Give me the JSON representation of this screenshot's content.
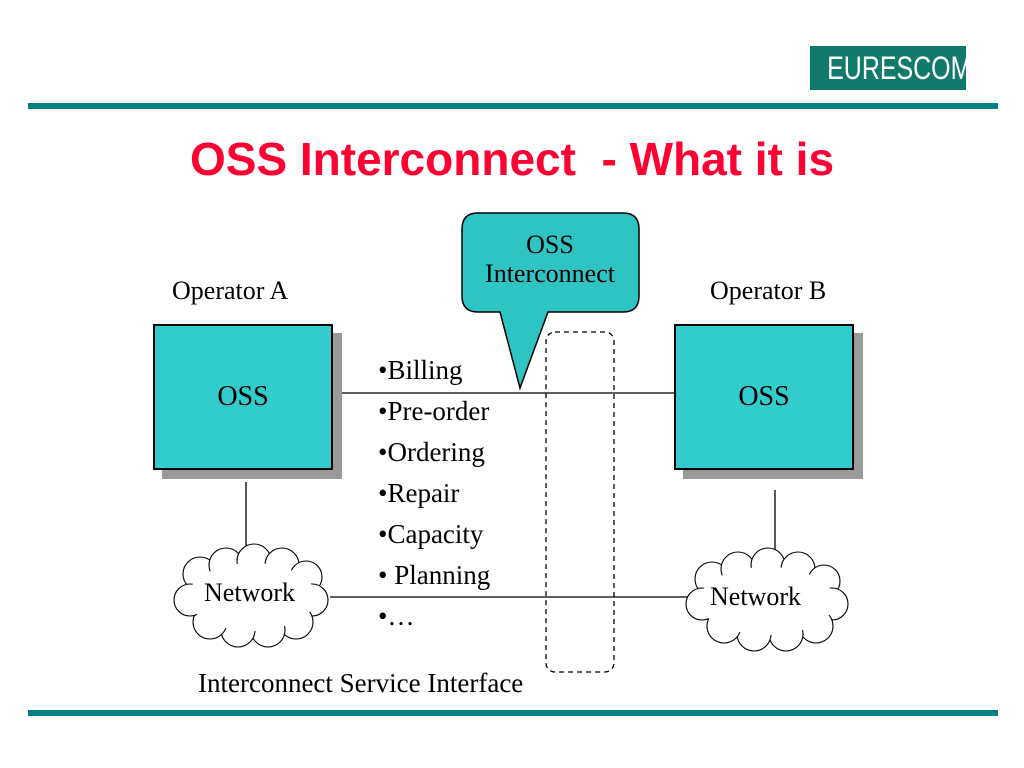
{
  "logo": {
    "text": "EURESCOM"
  },
  "slide": {
    "title": "OSS Interconnect  - What it is"
  },
  "diagram": {
    "operator_a": "Operator A",
    "operator_b": "Operator B",
    "oss_a": "OSS",
    "oss_b": "OSS",
    "network_a": "Network",
    "network_b": "Network",
    "callout": {
      "line1": "OSS",
      "line2": "Interconnect"
    },
    "bullets": [
      "•Billing",
      "•Pre-order",
      "•Ordering",
      "•Repair",
      "•Capacity",
      "• Planning",
      "•…"
    ],
    "interface_caption": "Interconnect Service Interface"
  },
  "colors": {
    "accent_teal": "#008080",
    "title_red": "#ff0033",
    "box_cyan": "#33cccc",
    "callout_teal": "#2ec4c4",
    "logo_green": "#117a6a"
  }
}
